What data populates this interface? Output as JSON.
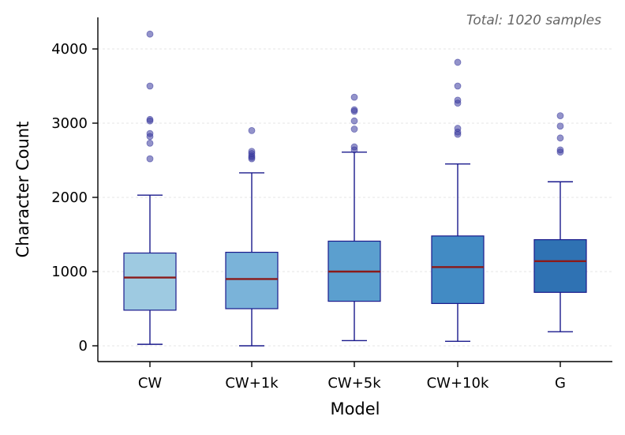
{
  "chart_data": {
    "type": "box",
    "annotation": "Total: 1020 samples",
    "xlabel": "Model",
    "ylabel": "Character Count",
    "ylim": [
      -200,
      4400
    ],
    "yticks": [
      0,
      1000,
      2000,
      3000,
      4000
    ],
    "grid": "horizontal, faint dashed",
    "categories": [
      "CW",
      "CW+1k",
      "CW+5k",
      "CW+10k",
      "G"
    ],
    "boxes": [
      {
        "label": "CW",
        "whisker_low": 20,
        "q1": 480,
        "median": 920,
        "q3": 1250,
        "whisker_high": 2030,
        "outliers": [
          2520,
          2730,
          2820,
          2860,
          3030,
          3050,
          3500,
          4200
        ],
        "fill": "#9ecae1"
      },
      {
        "label": "CW+1k",
        "whisker_low": 0,
        "q1": 500,
        "median": 900,
        "q3": 1260,
        "whisker_high": 2330,
        "outliers": [
          2520,
          2540,
          2560,
          2590,
          2620,
          2900
        ],
        "fill": "#7ab3d9"
      },
      {
        "label": "CW+5k",
        "whisker_low": 70,
        "q1": 600,
        "median": 1000,
        "q3": 1410,
        "whisker_high": 2610,
        "outliers": [
          2640,
          2680,
          2920,
          3030,
          3160,
          3180,
          3350
        ],
        "fill": "#5b9fcf"
      },
      {
        "label": "CW+10k",
        "whisker_low": 60,
        "q1": 570,
        "median": 1060,
        "q3": 1480,
        "whisker_high": 2450,
        "outliers": [
          2850,
          2880,
          2930,
          3270,
          3310,
          3500,
          3820
        ],
        "fill": "#428bc4"
      },
      {
        "label": "G",
        "whisker_low": 190,
        "q1": 720,
        "median": 1140,
        "q3": 1430,
        "whisker_high": 2210,
        "outliers": [
          2610,
          2640,
          2800,
          2960,
          3100
        ],
        "fill": "#2f72b3"
      }
    ],
    "colors": {
      "box_edge": "#1a1a8c",
      "whisker": "#1a1a8c",
      "median": "#8b1a1a",
      "outlier": "#3a3a9e",
      "axis": "#000000",
      "annotation": "#666666",
      "grid": "#e6e6e6"
    }
  }
}
